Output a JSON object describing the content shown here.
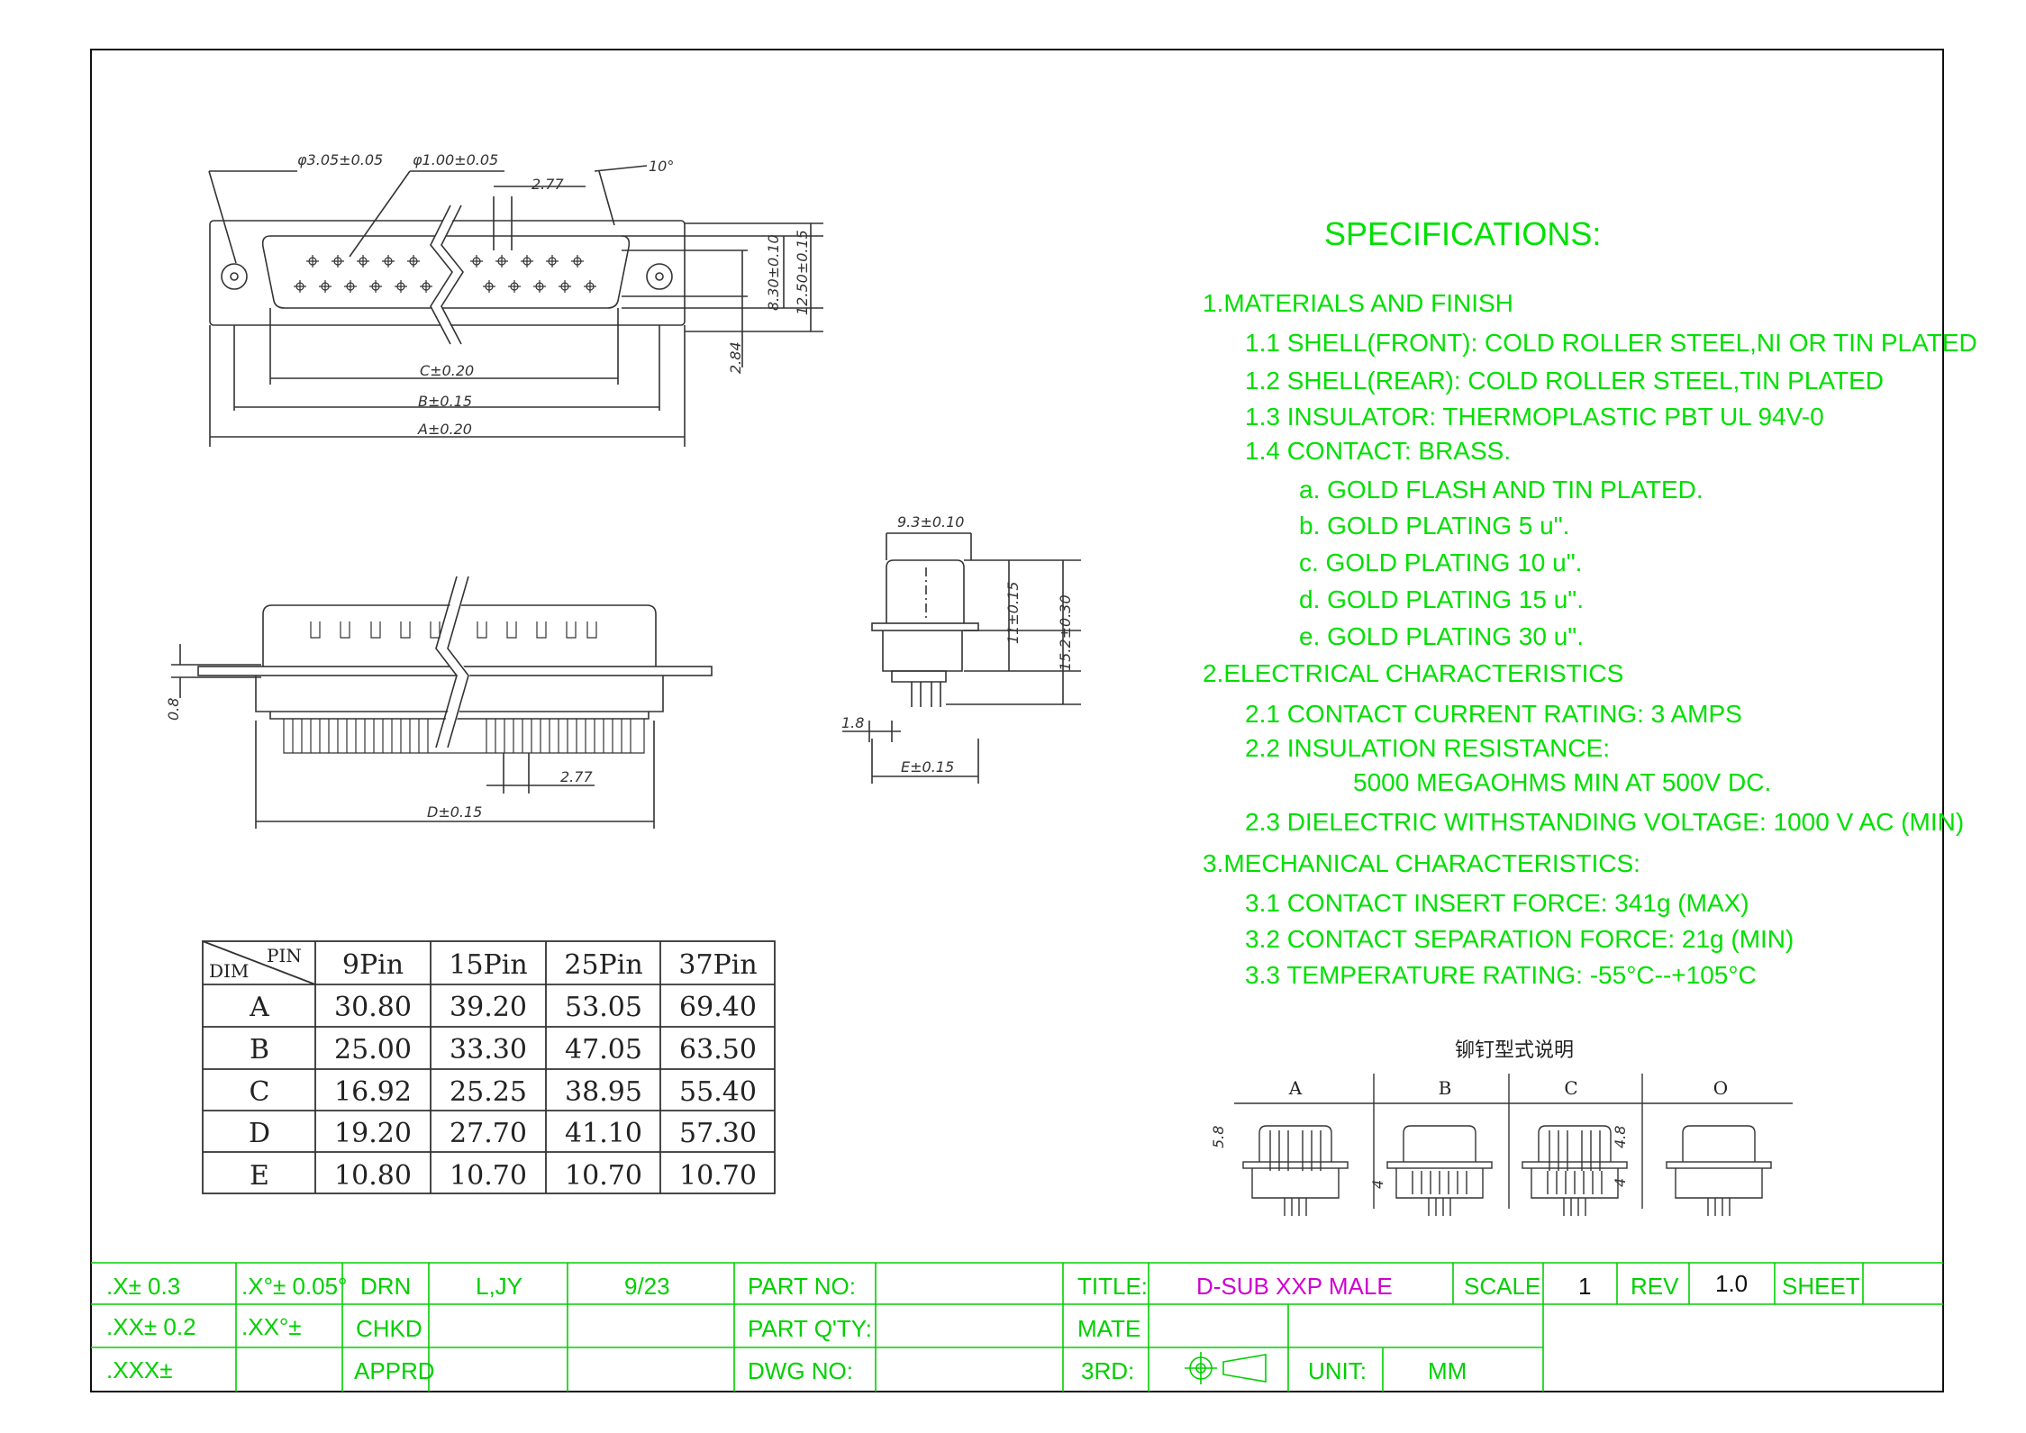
{
  "specs": {
    "heading": "SPECIFICATIONS:",
    "lines": [
      {
        "indent": 0,
        "text": "1.MATERIALS AND FINISH"
      },
      {
        "indent": 1,
        "text": "1.1 SHELL(FRONT): COLD ROLLER STEEL,NI OR TIN PLATED"
      },
      {
        "indent": 1,
        "text": "1.2 SHELL(REAR): COLD ROLLER STEEL,TIN PLATED"
      },
      {
        "indent": 1,
        "text": "1.3 INSULATOR: THERMOPLASTIC PBT UL 94V-0"
      },
      {
        "indent": 1,
        "text": "1.4 CONTACT: BRASS."
      },
      {
        "indent": 2,
        "text": "a. GOLD FLASH AND TIN PLATED."
      },
      {
        "indent": 2,
        "text": "b. GOLD PLATING 5 u\"."
      },
      {
        "indent": 2,
        "text": "c. GOLD PLATING 10 u\"."
      },
      {
        "indent": 2,
        "text": "d. GOLD PLATING 15 u\"."
      },
      {
        "indent": 2,
        "text": "e. GOLD PLATING 30 u\"."
      },
      {
        "indent": 0,
        "text": "2.ELECTRICAL CHARACTERISTICS"
      },
      {
        "indent": 1,
        "text": "2.1 CONTACT CURRENT RATING: 3 AMPS"
      },
      {
        "indent": 1,
        "text": "2.2 INSULATION RESISTANCE:"
      },
      {
        "indent": 3,
        "text": "5000 MEGAOHMS MIN AT 500V DC."
      },
      {
        "indent": 1,
        "text": "2.3 DIELECTRIC WITHSTANDING VOLTAGE: 1000 V AC (MIN)"
      },
      {
        "indent": 0,
        "text": "3.MECHANICAL CHARACTERISTICS:"
      },
      {
        "indent": 1,
        "text": "3.1 CONTACT INSERT FORCE: 341g (MAX)"
      },
      {
        "indent": 1,
        "text": "3.2 CONTACT SEPARATION FORCE: 21g (MIN)"
      },
      {
        "indent": 1,
        "text": "3.3 TEMPERATURE RATING: -55°C--+105°C"
      }
    ]
  },
  "dims": {
    "hole": "φ3.05±0.05",
    "pin": "φ1.00±0.05",
    "pitch": "2.77",
    "angle": "10°",
    "h1": "8.30±0.10",
    "h2": "12.50±0.15",
    "row": "2.84",
    "c": "C±0.20",
    "b": "B±0.15",
    "a": "A±0.20",
    "thk": "0.8",
    "pitch2": "2.77",
    "d": "D±0.15",
    "side_w": "9.3±0.10",
    "side_h1": "11±0.15",
    "side_h2": "15.2±0.30",
    "tail": "1.8",
    "e": "E±0.15"
  },
  "table": {
    "corner_top": "PIN",
    "corner_bottom": "DIM",
    "headers": [
      "9Pin",
      "15Pin",
      "25Pin",
      "37Pin"
    ],
    "rows": [
      {
        "label": "A",
        "values": [
          "30.80",
          "39.20",
          "53.05",
          "69.40"
        ]
      },
      {
        "label": "B",
        "values": [
          "25.00",
          "33.30",
          "47.05",
          "63.50"
        ]
      },
      {
        "label": "C",
        "values": [
          "16.92",
          "25.25",
          "38.95",
          "55.40"
        ]
      },
      {
        "label": "D",
        "values": [
          "19.20",
          "27.70",
          "41.10",
          "57.30"
        ]
      },
      {
        "label": "E",
        "values": [
          "10.80",
          "10.70",
          "10.70",
          "10.70"
        ]
      }
    ]
  },
  "rivet": {
    "title": "铆钉型式说明",
    "types": [
      "A",
      "B",
      "C",
      "O"
    ],
    "dim_a": "5.8",
    "dim_b": "4",
    "dim_c1": "4.8",
    "dim_c2": "4"
  },
  "title_block": {
    "tol1": ".X± 0.3",
    "tol2": ".XX± 0.2",
    "tol3": ".XXX±",
    "ang1": ".X°± 0.05°",
    "ang2": ".XX°±",
    "drn": "DRN",
    "drn_name": "L,JY",
    "drn_date": "9/23",
    "chkd": "CHKD",
    "apprd": "APPRD",
    "part_no": "PART NO:",
    "part_qty": "PART Q'TY:",
    "dwg_no": "DWG NO:",
    "title_label": "TITLE:",
    "title_value": "D-SUB XXP MALE",
    "mate": "MATE",
    "third": "3RD:",
    "scale_label": "SCALE",
    "scale_value": "1",
    "rev_label": "REV",
    "rev_value": "1.0",
    "sheet_label": "SHEET",
    "unit_label": "UNIT:",
    "unit_value": "MM"
  },
  "colors": {
    "green": "#00e000",
    "magenta": "#d000d0",
    "line": "#333333"
  }
}
